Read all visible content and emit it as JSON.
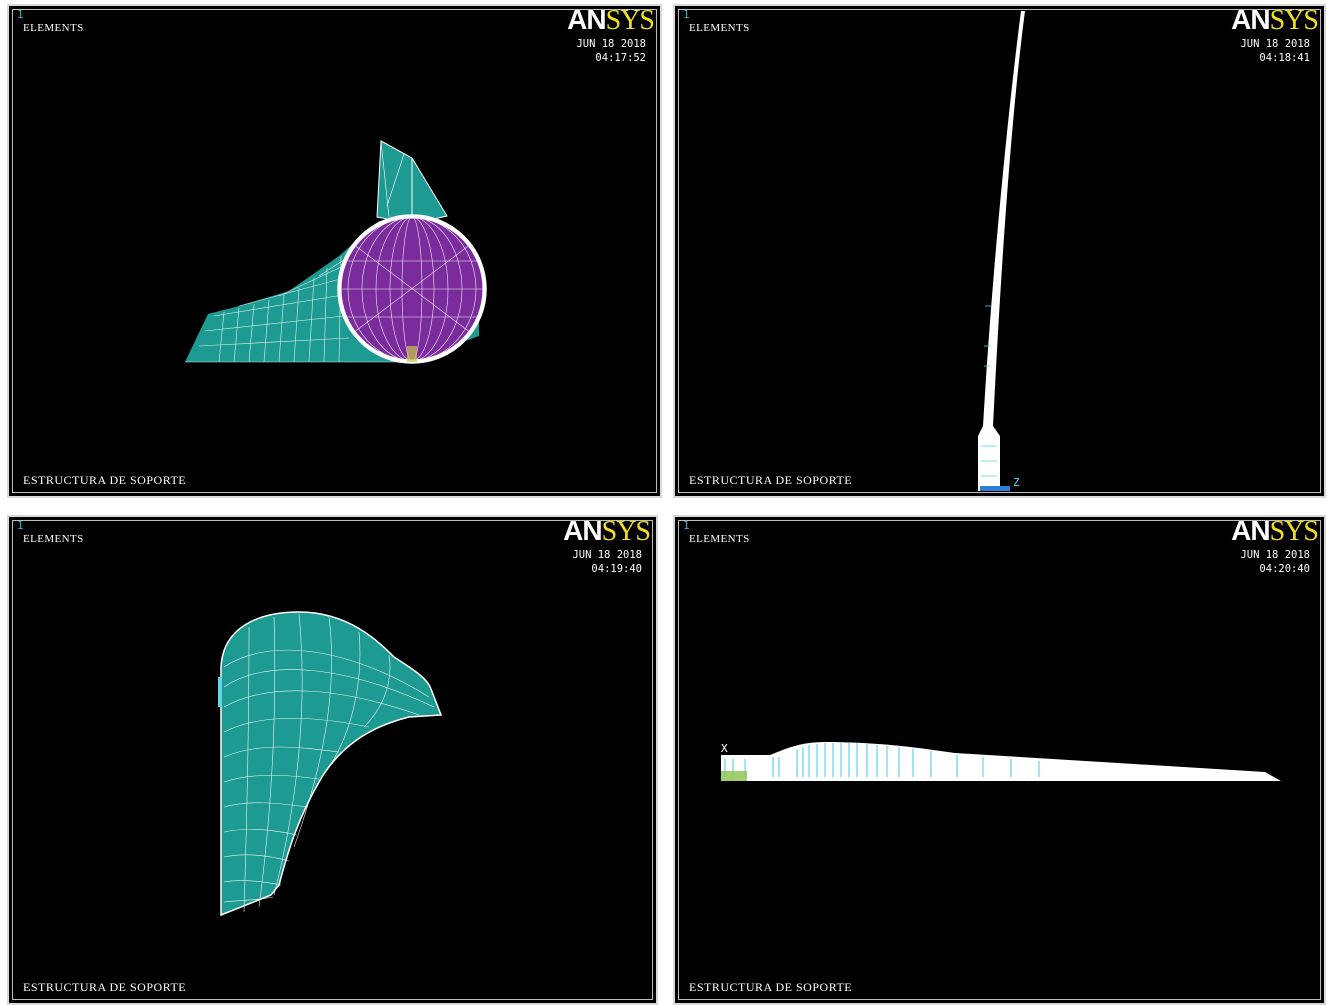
{
  "panels": [
    {
      "window_number": "1",
      "mode": "ELEMENTS",
      "logo": {
        "an": "AN",
        "sys": "SYS"
      },
      "date": "JUN 18 2018",
      "time": "04:17:52",
      "caption": "ESTRUCTURA DE SOPORTE",
      "axis_label": ""
    },
    {
      "window_number": "1",
      "mode": "ELEMENTS",
      "logo": {
        "an": "AN",
        "sys": "SYS"
      },
      "date": "JUN 18 2018",
      "time": "04:18:41",
      "caption": "ESTRUCTURA DE SOPORTE",
      "axis_label": "Z"
    },
    {
      "window_number": "1",
      "mode": "ELEMENTS",
      "logo": {
        "an": "AN",
        "sys": "SYS"
      },
      "date": "JUN 18 2018",
      "time": "04:19:40",
      "caption": "ESTRUCTURA DE SOPORTE",
      "axis_label": ""
    },
    {
      "window_number": "1",
      "mode": "ELEMENTS",
      "logo": {
        "an": "AN",
        "sys": "SYS"
      },
      "date": "JUN 18 2018",
      "time": "04:20:40",
      "caption": "ESTRUCTURA DE SOPORTE",
      "axis_label": "X"
    }
  ],
  "colors": {
    "background": "#000000",
    "mesh_fill": "#1d9a92",
    "mesh_lines": "#ffffff",
    "face_fill": "#7b2c9c",
    "element_cyan": "#5fd6e6",
    "logo_yellow": "#f0e020"
  }
}
